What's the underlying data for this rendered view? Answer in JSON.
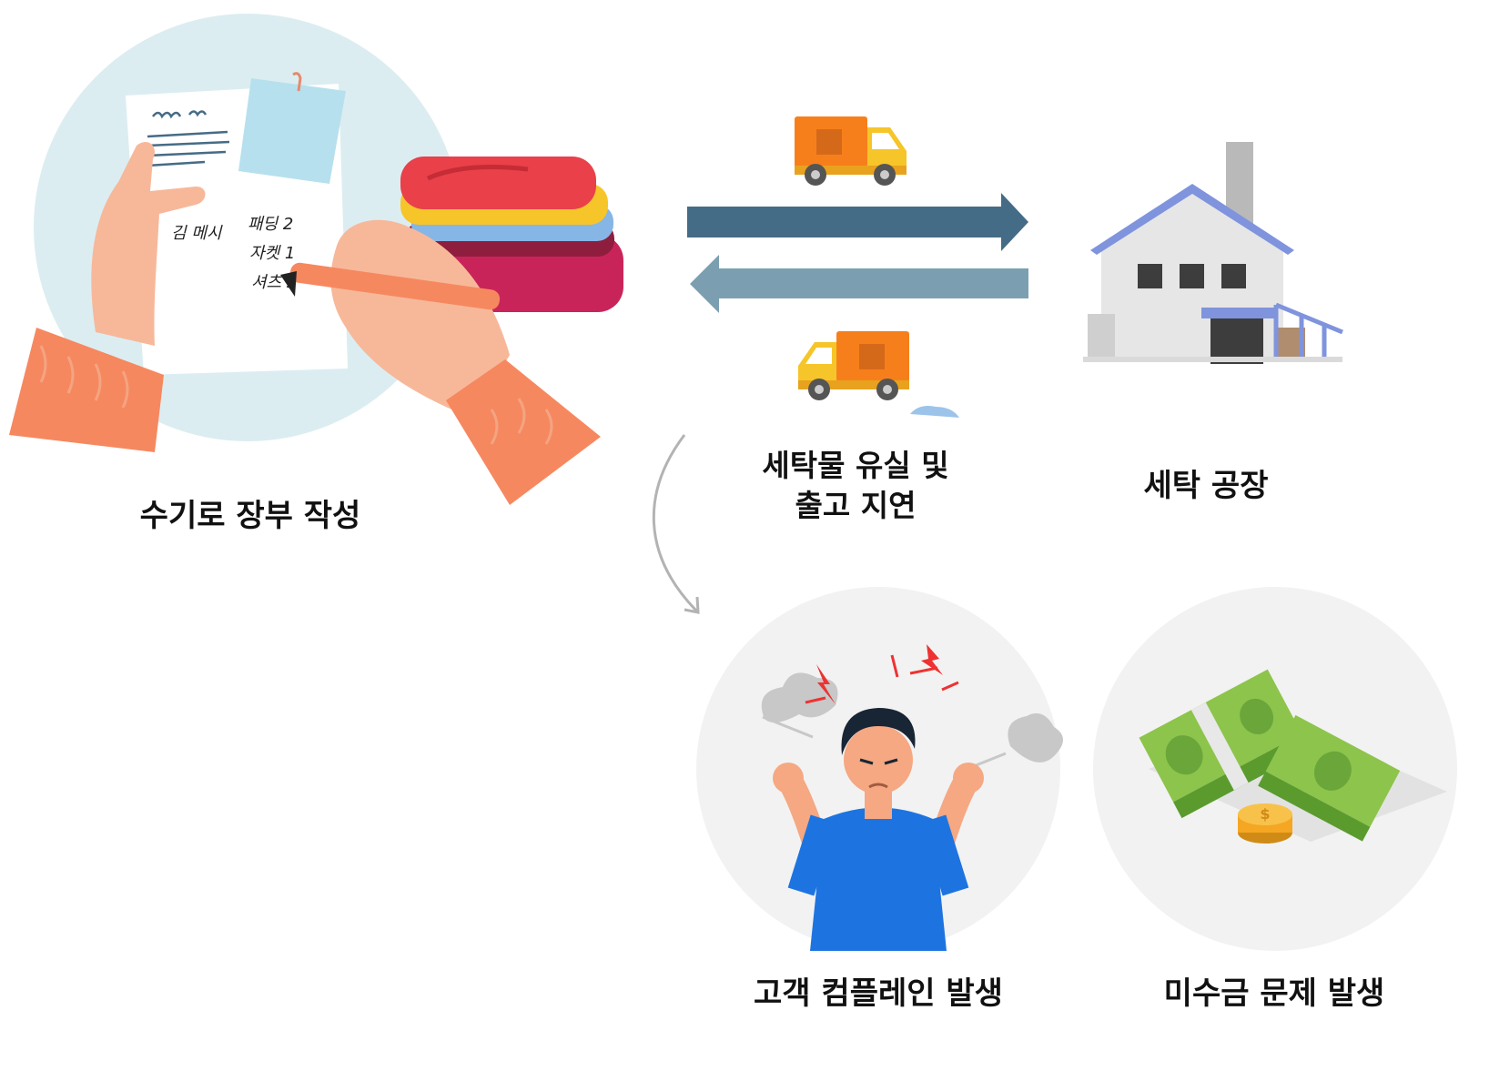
{
  "captions": {
    "manual_ledger": "수기로 장부 작성",
    "laundry_loss_line1": "세탁물 유실 및",
    "laundry_loss_line2": "출고 지연",
    "laundry_factory": "세탁 공장",
    "customer_complaint": "고객 컴플레인 발생",
    "unpaid_problem": "미수금 문제 발생"
  },
  "ledger_note": {
    "customer": "김 메시",
    "items": [
      "패딩 2",
      "자켓 1",
      "셔츠 3"
    ]
  },
  "colors": {
    "arrow_to_factory": "#456c86",
    "arrow_from_factory": "#7b9fb1",
    "ledger_circle": "#dcedf1",
    "problem_circle": "#f2f2f2",
    "truck_cargo": "#f77f1b",
    "truck_cab": "#f6c52a",
    "factory_roof": "#7f94dd",
    "shirt_blue": "#1d74e0",
    "money_green": "#8dc44c",
    "coin_gold": "#f5a623",
    "lightning": "#ee3232"
  }
}
